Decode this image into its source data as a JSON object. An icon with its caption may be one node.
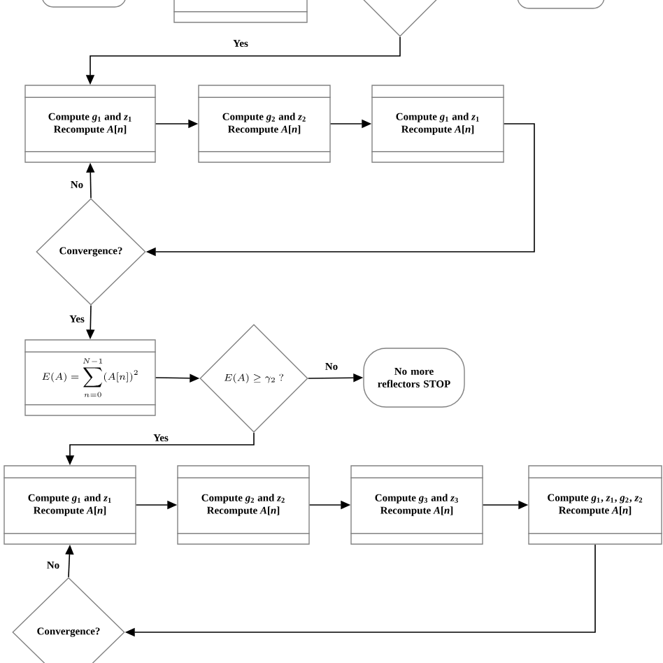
{
  "diagram": {
    "nodes": [
      {
        "text": [],
        "shape": "box"
      },
      {
        "text": [],
        "shape": "box"
      },
      {
        "text": [],
        "shape": "diamond"
      },
      {
        "text": [],
        "shape": "box"
      },
      {
        "text": [
          "Compute *g*$_{1}$ and *z*$_{1}$",
          "Recompute *A*[*n*]"
        ]
      },
      {
        "text": [
          "Compute *g*$_{2}$ and *z*$_{2}$",
          "Recompute *A*[*n*]"
        ]
      },
      {
        "text": [
          "Compute *g*$_{1}$ and *z*$_{1}$",
          "Recompute *A*[*n*]"
        ]
      },
      {
        "text": [
          "Convergence?"
        ]
      },
      {
        "text": [
          "E(A) = \\sum_{n=0}^{N-1} (A[n])^{2}"
        ]
      },
      {
        "text": [
          "E(A) \\geq \\gamma_{2}\\ ?"
        ]
      },
      {
        "text": [
          "No more reflectors STOP"
        ]
      },
      {
        "text": [
          "Compute *g*$_{1}$ and *z*$_{1}$",
          "Recompute *A*[*n*]"
        ]
      },
      {
        "text": [
          "Compute *g*$_{2}$ and *z*$_{2}$",
          "Recompute *A*[*n*]"
        ]
      },
      {
        "text": [
          "Compute *g*$_{3}$ and *z*$_{3}$",
          "Recompute *A*[*n*]"
        ]
      },
      {
        "text": [
          "Compute *g*$_{1}$, *z*$_{1}$, *g*$_{2}$, *z*$_{2}$",
          "Recompute *A*[*n*]"
        ]
      },
      {
        "text": [
          "Convergence?"
        ]
      }
    ],
    "edges": [
      {
        "from": 2,
        "to": 4,
        "arrow": "to",
        "label": "Yes"
      },
      {
        "from": 4,
        "to": 5,
        "arrow": "to"
      },
      {
        "from": 5,
        "to": 6,
        "arrow": "to"
      },
      {
        "from": 6,
        "to": 7,
        "arrow": "to"
      },
      {
        "from": 7,
        "to": 4,
        "arrow": "to",
        "label": "No"
      },
      {
        "from": 7,
        "to": 8,
        "arrow": "to",
        "label": "Yes"
      },
      {
        "from": 8,
        "to": 9,
        "arrow": "to"
      },
      {
        "from": 9,
        "to": 10,
        "arrow": "to",
        "label": "No"
      },
      {
        "from": 9,
        "to": 11,
        "arrow": "to",
        "label": "Yes"
      },
      {
        "from": 11,
        "to": 12,
        "arrow": "to"
      },
      {
        "from": 12,
        "to": 13,
        "arrow": "to"
      },
      {
        "from": 13,
        "to": 14,
        "arrow": "to"
      },
      {
        "from": 14,
        "to": 15,
        "arrow": "to"
      },
      {
        "from": 15,
        "to": 11,
        "arrow": "to",
        "label": "No"
      }
    ]
  }
}
